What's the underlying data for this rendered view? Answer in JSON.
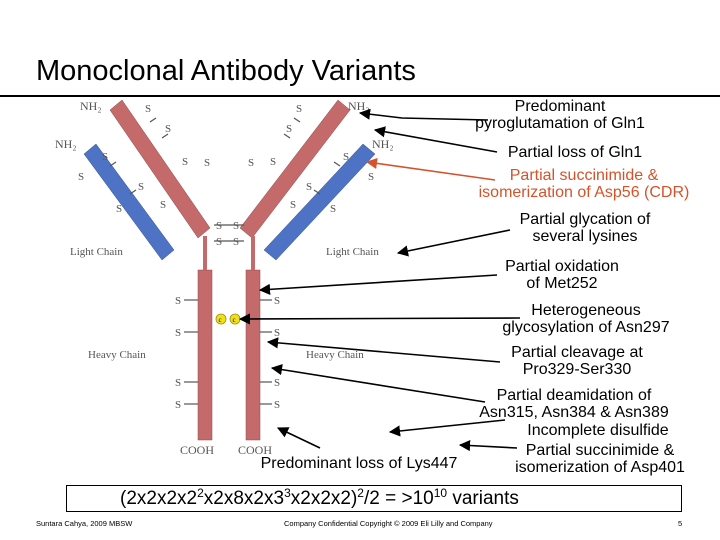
{
  "slide": {
    "title": "Monoclonal Antibody Variants"
  },
  "diagram": {
    "nh2": "NH₂",
    "s": "S",
    "c": "c",
    "cooh": "COOH",
    "light_chain": "Light Chain",
    "heavy_chain": "Heavy Chain",
    "colors": {
      "heavy_chain": "#c46a6a",
      "light_chain": "#4f73c4",
      "carbohydrate": "#f0e020",
      "callout_arrow": "#000000",
      "callout_arrow_highlight": "#d4532b"
    }
  },
  "annotations": {
    "pyroglutamation_l1": "Predominant",
    "pyroglutamation_l2": "pyroglutamation of Gln1",
    "gln_loss": "Partial loss of Gln1",
    "succinimide_l1": "Partial succinimide &",
    "succinimide_l2": "isomerization of Asp56 (CDR)",
    "glycation_l1": "Partial glycation of",
    "glycation_l2": "several lysines",
    "oxidation_l1": "Partial oxidation",
    "oxidation_l2": "of Met252",
    "glycosylation_l1": "Heterogeneous",
    "glycosylation_l2": "glycosylation of Asn297",
    "cleavage_l1": "Partial cleavage at",
    "cleavage_l2": "Pro329-Ser330",
    "deamidation_l1": "Partial deamidation of",
    "deamidation_l2": "Asn315, Asn384 & Asn389",
    "disulfide": "Incomplete disulfide",
    "asp401_l1": "Partial succinimide &",
    "asp401_l2": "isomerization of Asp401",
    "lys447": "Predominant loss of Lys447"
  },
  "formula": {
    "part1": "(2x2x2x2",
    "exp1": "2",
    "part2": "x2x8x2x3",
    "exp2": "3",
    "part3": "x2x2x2)",
    "exp3": "2",
    "part4": "/2 =  >10",
    "exp4": "10",
    "part5": " variants"
  },
  "footer": {
    "author": "Suntara Cahya, 2009 MBSW",
    "confidential": "Company Confidential Copyright © 2009 Eli Lilly and Company",
    "page": "5"
  }
}
